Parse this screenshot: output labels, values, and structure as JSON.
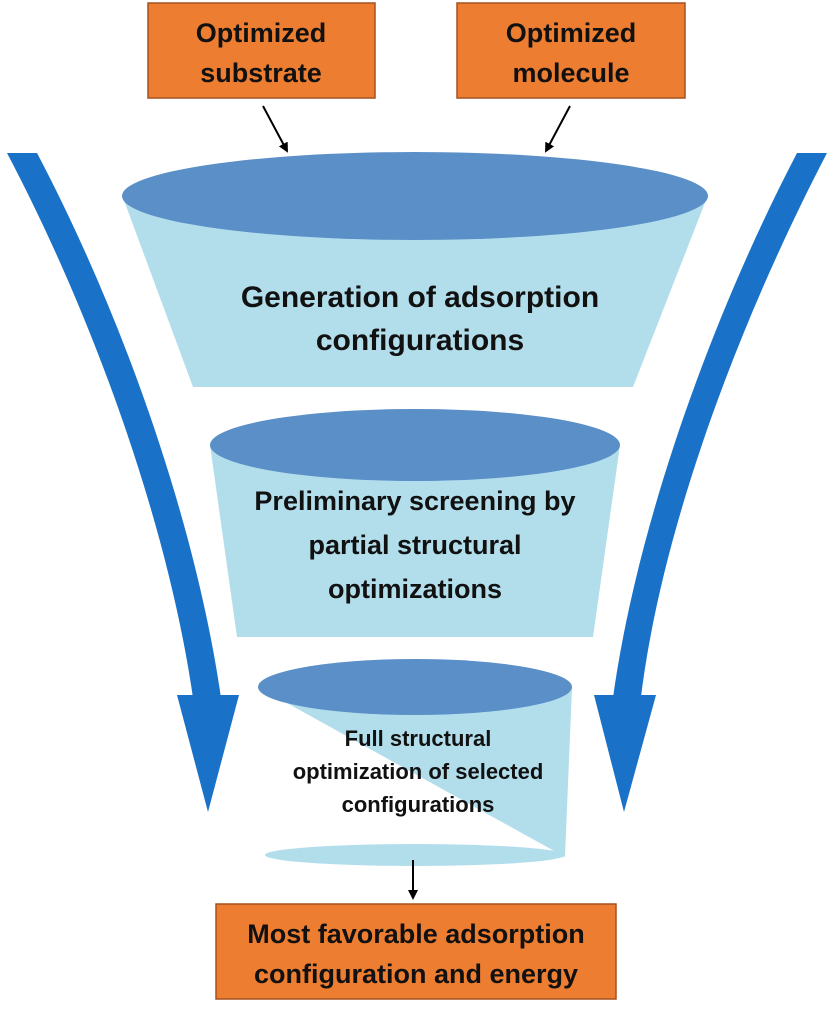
{
  "colors": {
    "box_fill": "#ED7D31",
    "box_stroke": "#A5521F",
    "funnel_top": "#5B8FC8",
    "funnel_body": "#B2DEEC",
    "big_arrow": "#1A72C8",
    "connector": "#000000"
  },
  "inputs": [
    {
      "lines": [
        "Optimized",
        "substrate"
      ]
    },
    {
      "lines": [
        "Optimized",
        "molecule"
      ]
    }
  ],
  "stages": [
    {
      "lines": [
        "Generation of adsorption",
        "configurations"
      ]
    },
    {
      "lines": [
        "Preliminary screening by",
        "partial structural",
        "optimizations"
      ]
    },
    {
      "lines": [
        "Full structural",
        "optimization of selected",
        "configurations"
      ]
    }
  ],
  "output": {
    "lines": [
      "Most favorable adsorption",
      "configuration and energy"
    ]
  }
}
